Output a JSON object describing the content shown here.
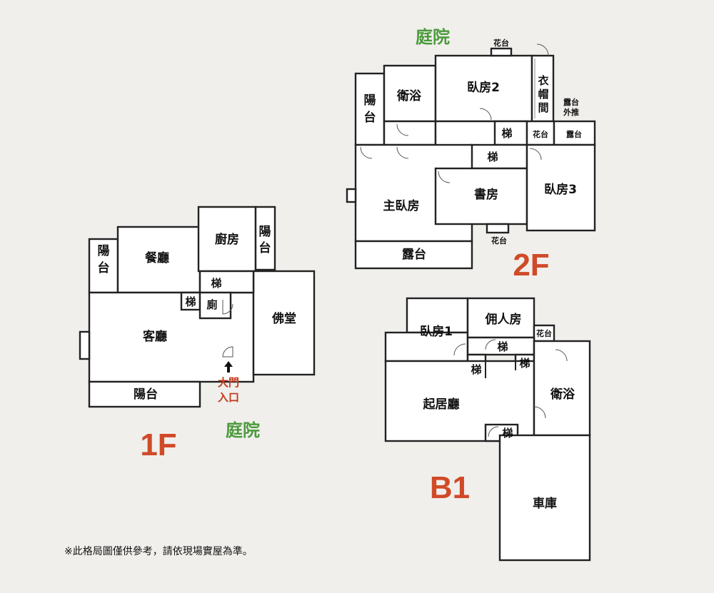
{
  "floors": {
    "f1": {
      "label": "1F",
      "yard": "庭院",
      "entry_line1": "大門",
      "entry_line2": "入口",
      "rooms": {
        "balcony_left": [
          "陽",
          "台"
        ],
        "dining": "餐廳",
        "kitchen": "廚房",
        "balcony_right": [
          "陽",
          "台"
        ],
        "stair_top": "梯",
        "stair_left": "梯",
        "toilet": "廁",
        "living": "客廳",
        "buddha_hall": "佛堂",
        "balcony_bottom": "陽台"
      }
    },
    "f2": {
      "label": "2F",
      "yard": "庭院",
      "rooms": {
        "balcony": [
          "陽",
          "台"
        ],
        "bath": "衛浴",
        "bedroom2": "臥房2",
        "closet": [
          "衣",
          "帽",
          "間"
        ],
        "terrace_canopy_line1": "露台",
        "terrace_canopy_line2": "外推",
        "planter_top": "花台",
        "stair_a": "梯",
        "stair_b": "梯",
        "planter_mid": "花台",
        "terrace_small": "露台",
        "master": "主臥房",
        "study": "書房",
        "bedroom3": "臥房3",
        "planter_bottom": "花台",
        "terrace": "露台"
      }
    },
    "b1": {
      "label": "B1",
      "rooms": {
        "bedroom1": "臥房1",
        "maid_room": "佣人房",
        "planter": "花台",
        "stair_a": "梯",
        "stair_b": "梯",
        "stair_c": "梯",
        "stair_d": "梯",
        "family_room": "起居廳",
        "bath": "衛浴",
        "garage": "車庫"
      }
    }
  },
  "footnote": "※此格局圖僅供參考，請依現場實屋為準。"
}
